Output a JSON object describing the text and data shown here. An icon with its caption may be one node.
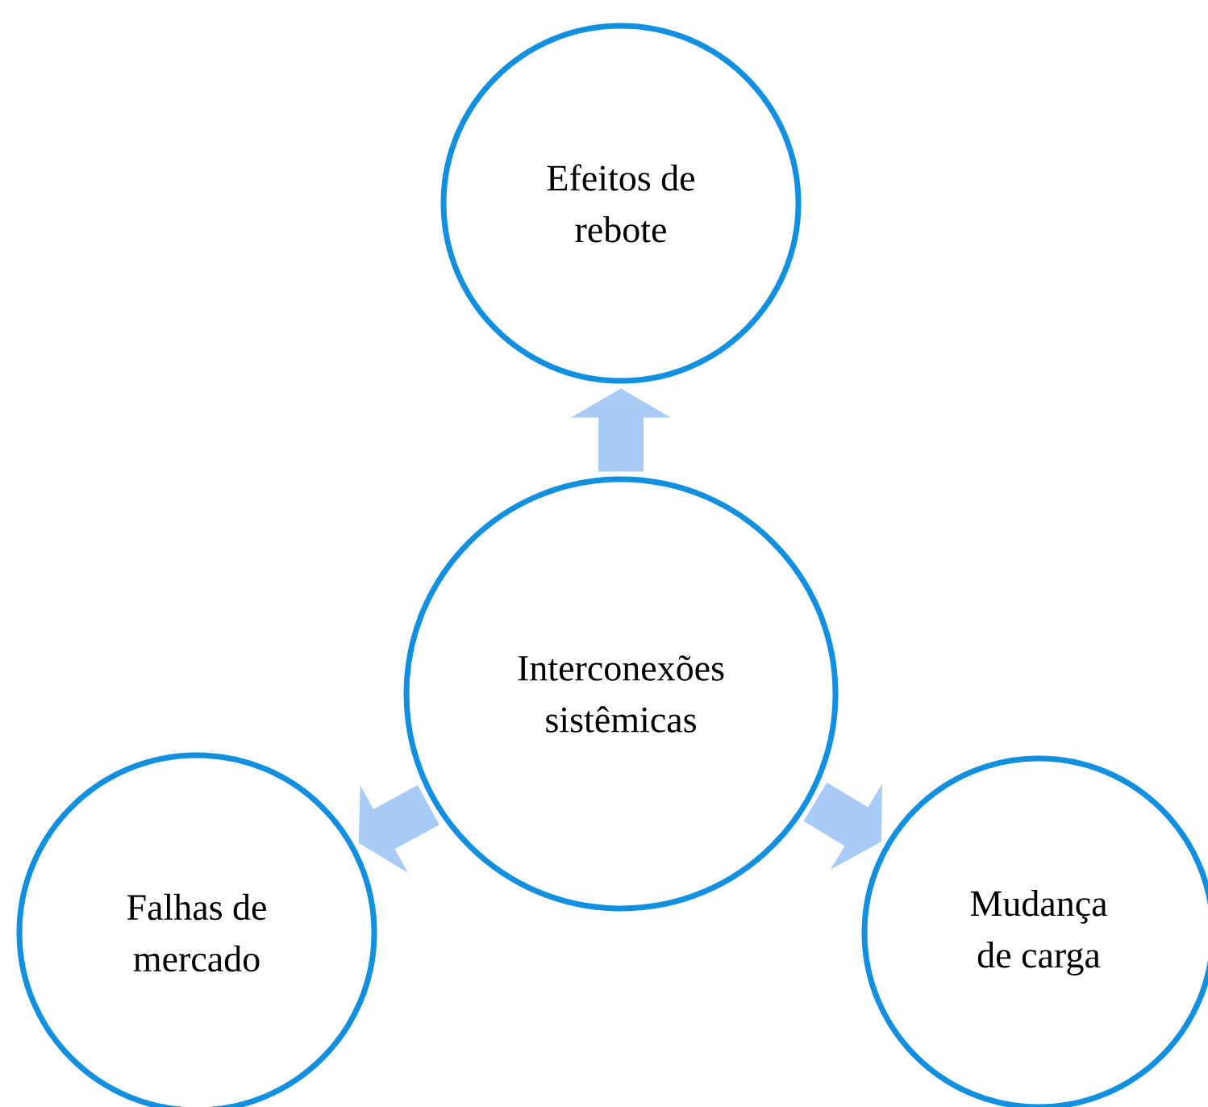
{
  "diagram": {
    "nodes": [
      {
        "text": [
          "Efeitos de rebote"
        ]
      },
      {
        "text": [
          "Interconexões sistêmicas"
        ]
      },
      {
        "text": [
          "Falhas de mercado"
        ]
      },
      {
        "text": [
          "Mudança de carga"
        ]
      }
    ],
    "edges": [
      {
        "from": 1,
        "to": 0,
        "arrow": "to"
      },
      {
        "from": 1,
        "to": 2,
        "arrow": "to"
      },
      {
        "from": 1,
        "to": 3,
        "arrow": "to"
      }
    ]
  }
}
